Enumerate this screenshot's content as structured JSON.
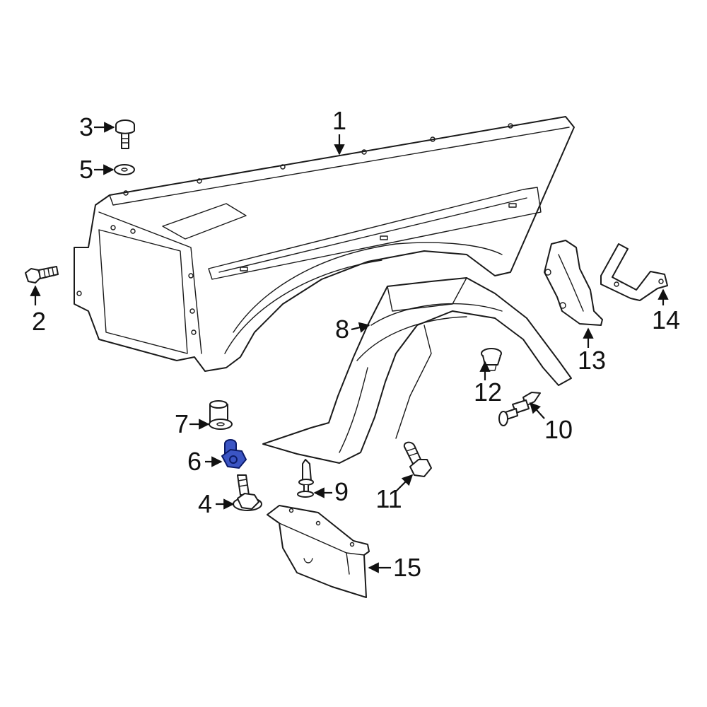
{
  "colors": {
    "line": "#1a1a1a",
    "highlight_fill": "#3b55c4",
    "highlight_stroke": "#0b1a66",
    "background": "#ffffff"
  },
  "callouts": {
    "c1": "1",
    "c2": "2",
    "c3": "3",
    "c4": "4",
    "c5": "5",
    "c6": "6",
    "c7": "7",
    "c8": "8",
    "c9": "9",
    "c10": "10",
    "c11": "11",
    "c12": "12",
    "c13": "13",
    "c14": "14",
    "c15": "15"
  },
  "highlighted_part": "6"
}
